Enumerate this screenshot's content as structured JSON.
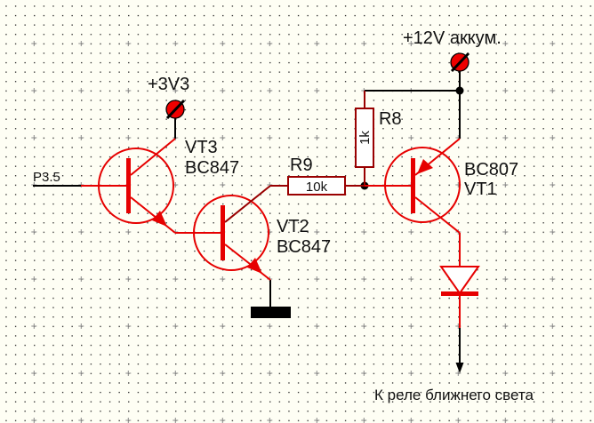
{
  "diagram": {
    "type": "electrical-schematic",
    "colors": {
      "background": "#fefef4",
      "grid_dot": "#222222",
      "grid_plus": "#8a8a8a",
      "component": "#e60000",
      "wire_component": "#990000",
      "wire": "#000000",
      "terminal_fill": "#ee0000"
    },
    "power": [
      {
        "id": "vcc-3v3",
        "label": "+3V3"
      },
      {
        "id": "vcc-12v",
        "label": "+12V аккум."
      }
    ],
    "inputs": [
      {
        "id": "p3-5",
        "label": "P3.5"
      }
    ],
    "transistors": [
      {
        "id": "vt3",
        "ref": "VT3",
        "part": "BC847",
        "kind": "NPN"
      },
      {
        "id": "vt2",
        "ref": "VT2",
        "part": "BC847",
        "kind": "NPN"
      },
      {
        "id": "vt1",
        "ref": "VT1",
        "part": "BC807",
        "kind": "PNP"
      }
    ],
    "resistors": [
      {
        "id": "r9",
        "ref": "R9",
        "value": "10k"
      },
      {
        "id": "r8",
        "ref": "R8",
        "value": "1k"
      }
    ],
    "diodes": [
      {
        "id": "d1"
      }
    ],
    "ground": {
      "id": "gnd"
    },
    "outputs": [
      {
        "id": "relay-out",
        "label": "К реле ближнего света"
      }
    ]
  }
}
